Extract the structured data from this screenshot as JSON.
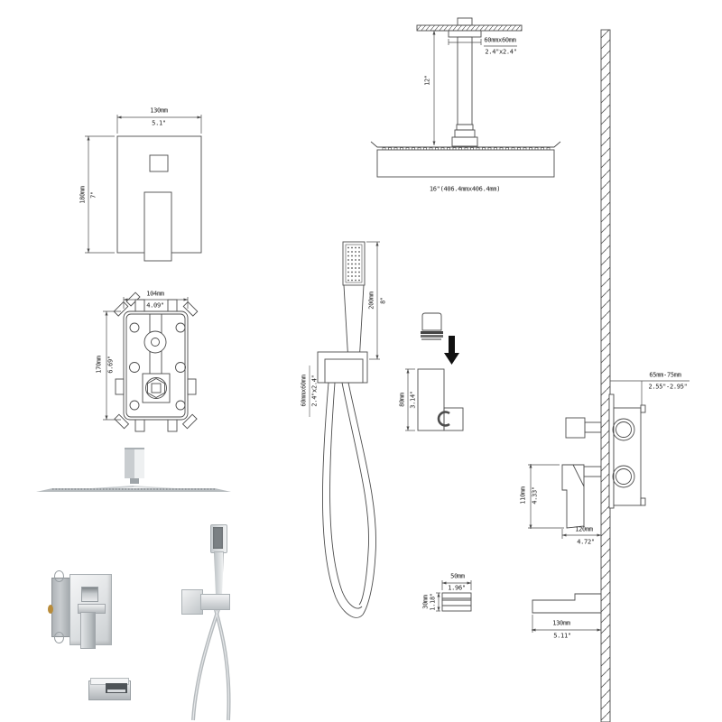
{
  "drawing_title": "shower-system-spec-diagram",
  "colors": {
    "line": "#4d4d4d",
    "text": "#222222",
    "arrow_black": "#111111",
    "metal_light": "#f2f3f4",
    "metal_dark": "#9fa4a8"
  },
  "labels": {
    "plate": {
      "w_mm": "130mm",
      "w_in": "5.1\"",
      "h_mm": "180mm",
      "h_in": "7\""
    },
    "valve": {
      "w_mm": "104mm",
      "w_in": "4.09\"",
      "h_mm": "170mm",
      "h_in": "6.69\""
    },
    "ceiling": {
      "flange_mm": "60mmx60mm",
      "flange_in": "2.4\"x2.4\"",
      "arm_len_in": "12\""
    },
    "head": {
      "size": "16\"(406.4mmx406.4mm)"
    },
    "hand": {
      "len_mm": "200mm",
      "len_in": "8\"",
      "bracket_mm": "60mmx60mm",
      "bracket_in": "2.4\"x2.4\""
    },
    "holder": {
      "h_mm": "80mm",
      "h_in": "3.14\""
    },
    "trim": {
      "depth_mm": "65mm-75mm",
      "depth_in": "2.55\"-2.95\"",
      "lever_mm": "110mm",
      "lever_in": "4.33\"",
      "reach_mm": "120mm",
      "reach_in": "4.72\""
    },
    "spout": {
      "l_mm": "130mm",
      "l_in": "5.11\""
    },
    "connector": {
      "w_mm": "50mm",
      "w_in": "1.96\"",
      "h_mm": "30mm",
      "h_in": "1.18\""
    }
  }
}
